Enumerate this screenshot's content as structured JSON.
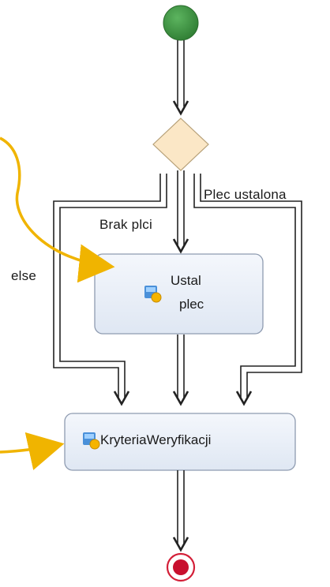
{
  "diagram": {
    "nodes": {
      "start": {
        "kind": "initial"
      },
      "decision": {
        "kind": "decision"
      },
      "ustal_plec": {
        "kind": "activity",
        "label_line1": "Ustal",
        "label_line2": "plec"
      },
      "kryteria": {
        "kind": "activity",
        "label": "KryteriaWeryfikacji"
      },
      "end": {
        "kind": "final"
      }
    },
    "edges": {
      "else": {
        "label": "else"
      },
      "brak_plci": {
        "label": "Brak plci"
      },
      "plec_ustalona": {
        "label": "Plec ustalona"
      }
    },
    "colors": {
      "start_fill": "#3a8f3e",
      "decision_fill": "#fbe7c6",
      "activity_fill": "#e9eff8",
      "activity_border": "#8e9bb0",
      "final_ring": "#d31f38",
      "final_dot": "#c8102e",
      "connector": "#222222",
      "annotation_arrow": "#f0b400"
    },
    "icons": {
      "activity_icon": "activity-icon"
    }
  }
}
